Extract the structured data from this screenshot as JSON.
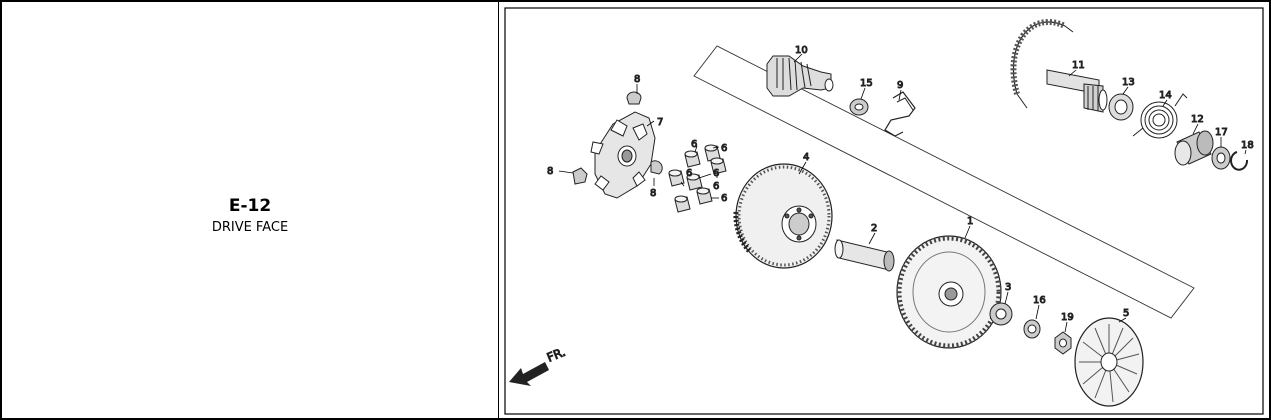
{
  "section": {
    "code": "E-12",
    "name": "DRIVE FACE"
  },
  "direction": {
    "label": "FR."
  },
  "callouts": {
    "c1": "1",
    "c2": "2",
    "c3": "3",
    "c4": "4",
    "c5": "5",
    "c6a": "6",
    "c6b": "6",
    "c6c": "6",
    "c6d": "6",
    "c6e": "6",
    "c6f": "6",
    "c7": "7",
    "c8a": "8",
    "c8b": "8",
    "c8c": "8",
    "c9": "9",
    "c10": "10",
    "c11": "11",
    "c12": "12",
    "c13": "13",
    "c14": "14",
    "c15": "15",
    "c16": "16",
    "c17": "17",
    "c18": "18",
    "c19": "19"
  }
}
